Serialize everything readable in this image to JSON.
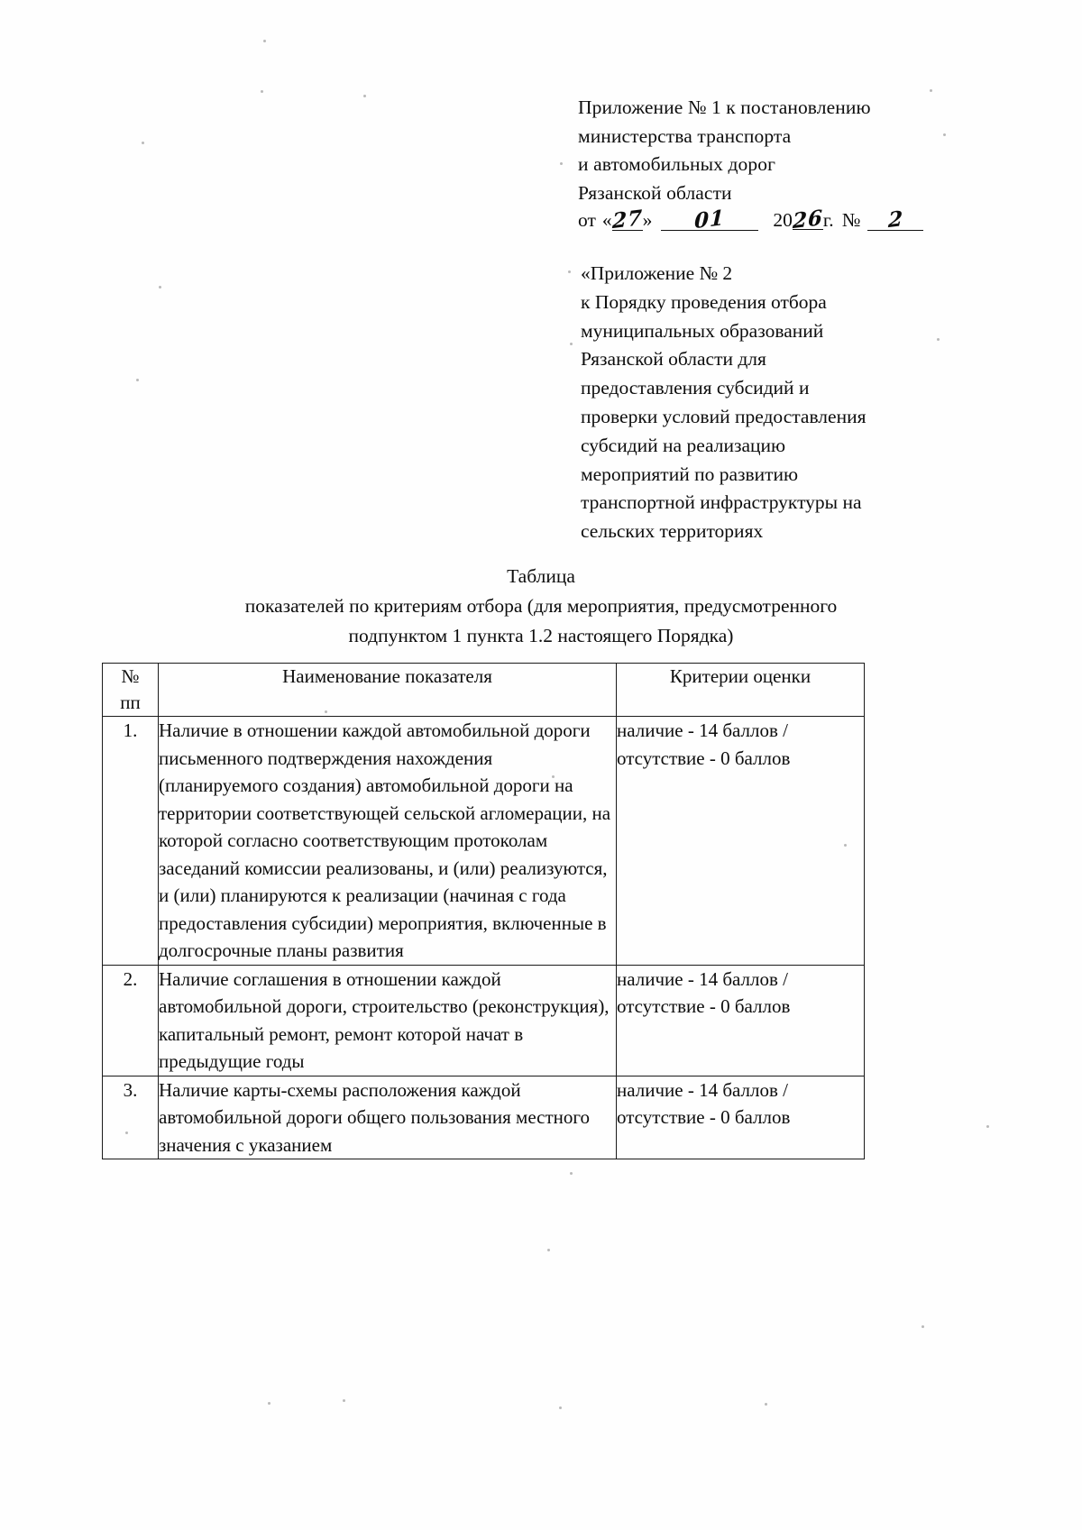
{
  "document": {
    "header": {
      "lines": [
        "Приложение № 1 к постановлению",
        "министерства транспорта",
        "и автомобильных дорог",
        "Рязанской области"
      ],
      "date_line": {
        "prefix": "от",
        "quote_open": "«",
        "day": "27",
        "quote_close": "»",
        "month": "01",
        "year_prefix": "20",
        "year_suffix": "26",
        "year_abbrev": "г.",
        "number_label": "№",
        "number": "2"
      }
    },
    "appendix_reference": {
      "lines": [
        "«Приложение № 2",
        "к Порядку проведения отбора",
        "муниципальных образований",
        "Рязанской области для",
        "предоставления субсидий и",
        "проверки условий предоставления",
        "субсидий на реализацию",
        "мероприятий по развитию",
        "транспортной инфраструктуры на",
        "сельских территориях"
      ]
    },
    "table_caption": {
      "title": "Таблица",
      "subtitle_line1": "показателей по критериям отбора (для мероприятия, предусмотренного",
      "subtitle_line2": "подпунктом 1 пункта 1.2 настоящего Порядка)"
    },
    "table": {
      "headers": {
        "num_line1": "№",
        "num_line2": "пп",
        "name": "Наименование показателя",
        "criteria": "Критерии оценки"
      },
      "rows": [
        {
          "num": "1.",
          "name": "Наличие в отношении каждой автомобильной дороги письменного подтверждения нахождения (планируемого создания) автомобильной дороги на территории соответствующей сельской агломерации, на которой согласно соответствующим протоколам заседаний комиссии реализованы, и (или) реализуются, и (или) планируются к реализации (начиная с года предоставления субсидии) мероприятия, включенные в долгосрочные планы развития",
          "criteria_line1": "наличие - 14 баллов /",
          "criteria_line2": "отсутствие - 0 баллов"
        },
        {
          "num": "2.",
          "name": "Наличие соглашения в отношении каждой автомобильной дороги, строительство (реконструкция), капитальный ремонт, ремонт которой начат в предыдущие годы",
          "criteria_line1": "наличие - 14 баллов /",
          "criteria_line2": "отсутствие - 0 баллов"
        },
        {
          "num": "3.",
          "name": "Наличие карты-схемы расположения каждой автомобильной дороги общего пользования местного значения с указанием",
          "criteria_line1": "наличие - 14 баллов /",
          "criteria_line2": "отсутствие - 0 баллов"
        }
      ]
    }
  }
}
